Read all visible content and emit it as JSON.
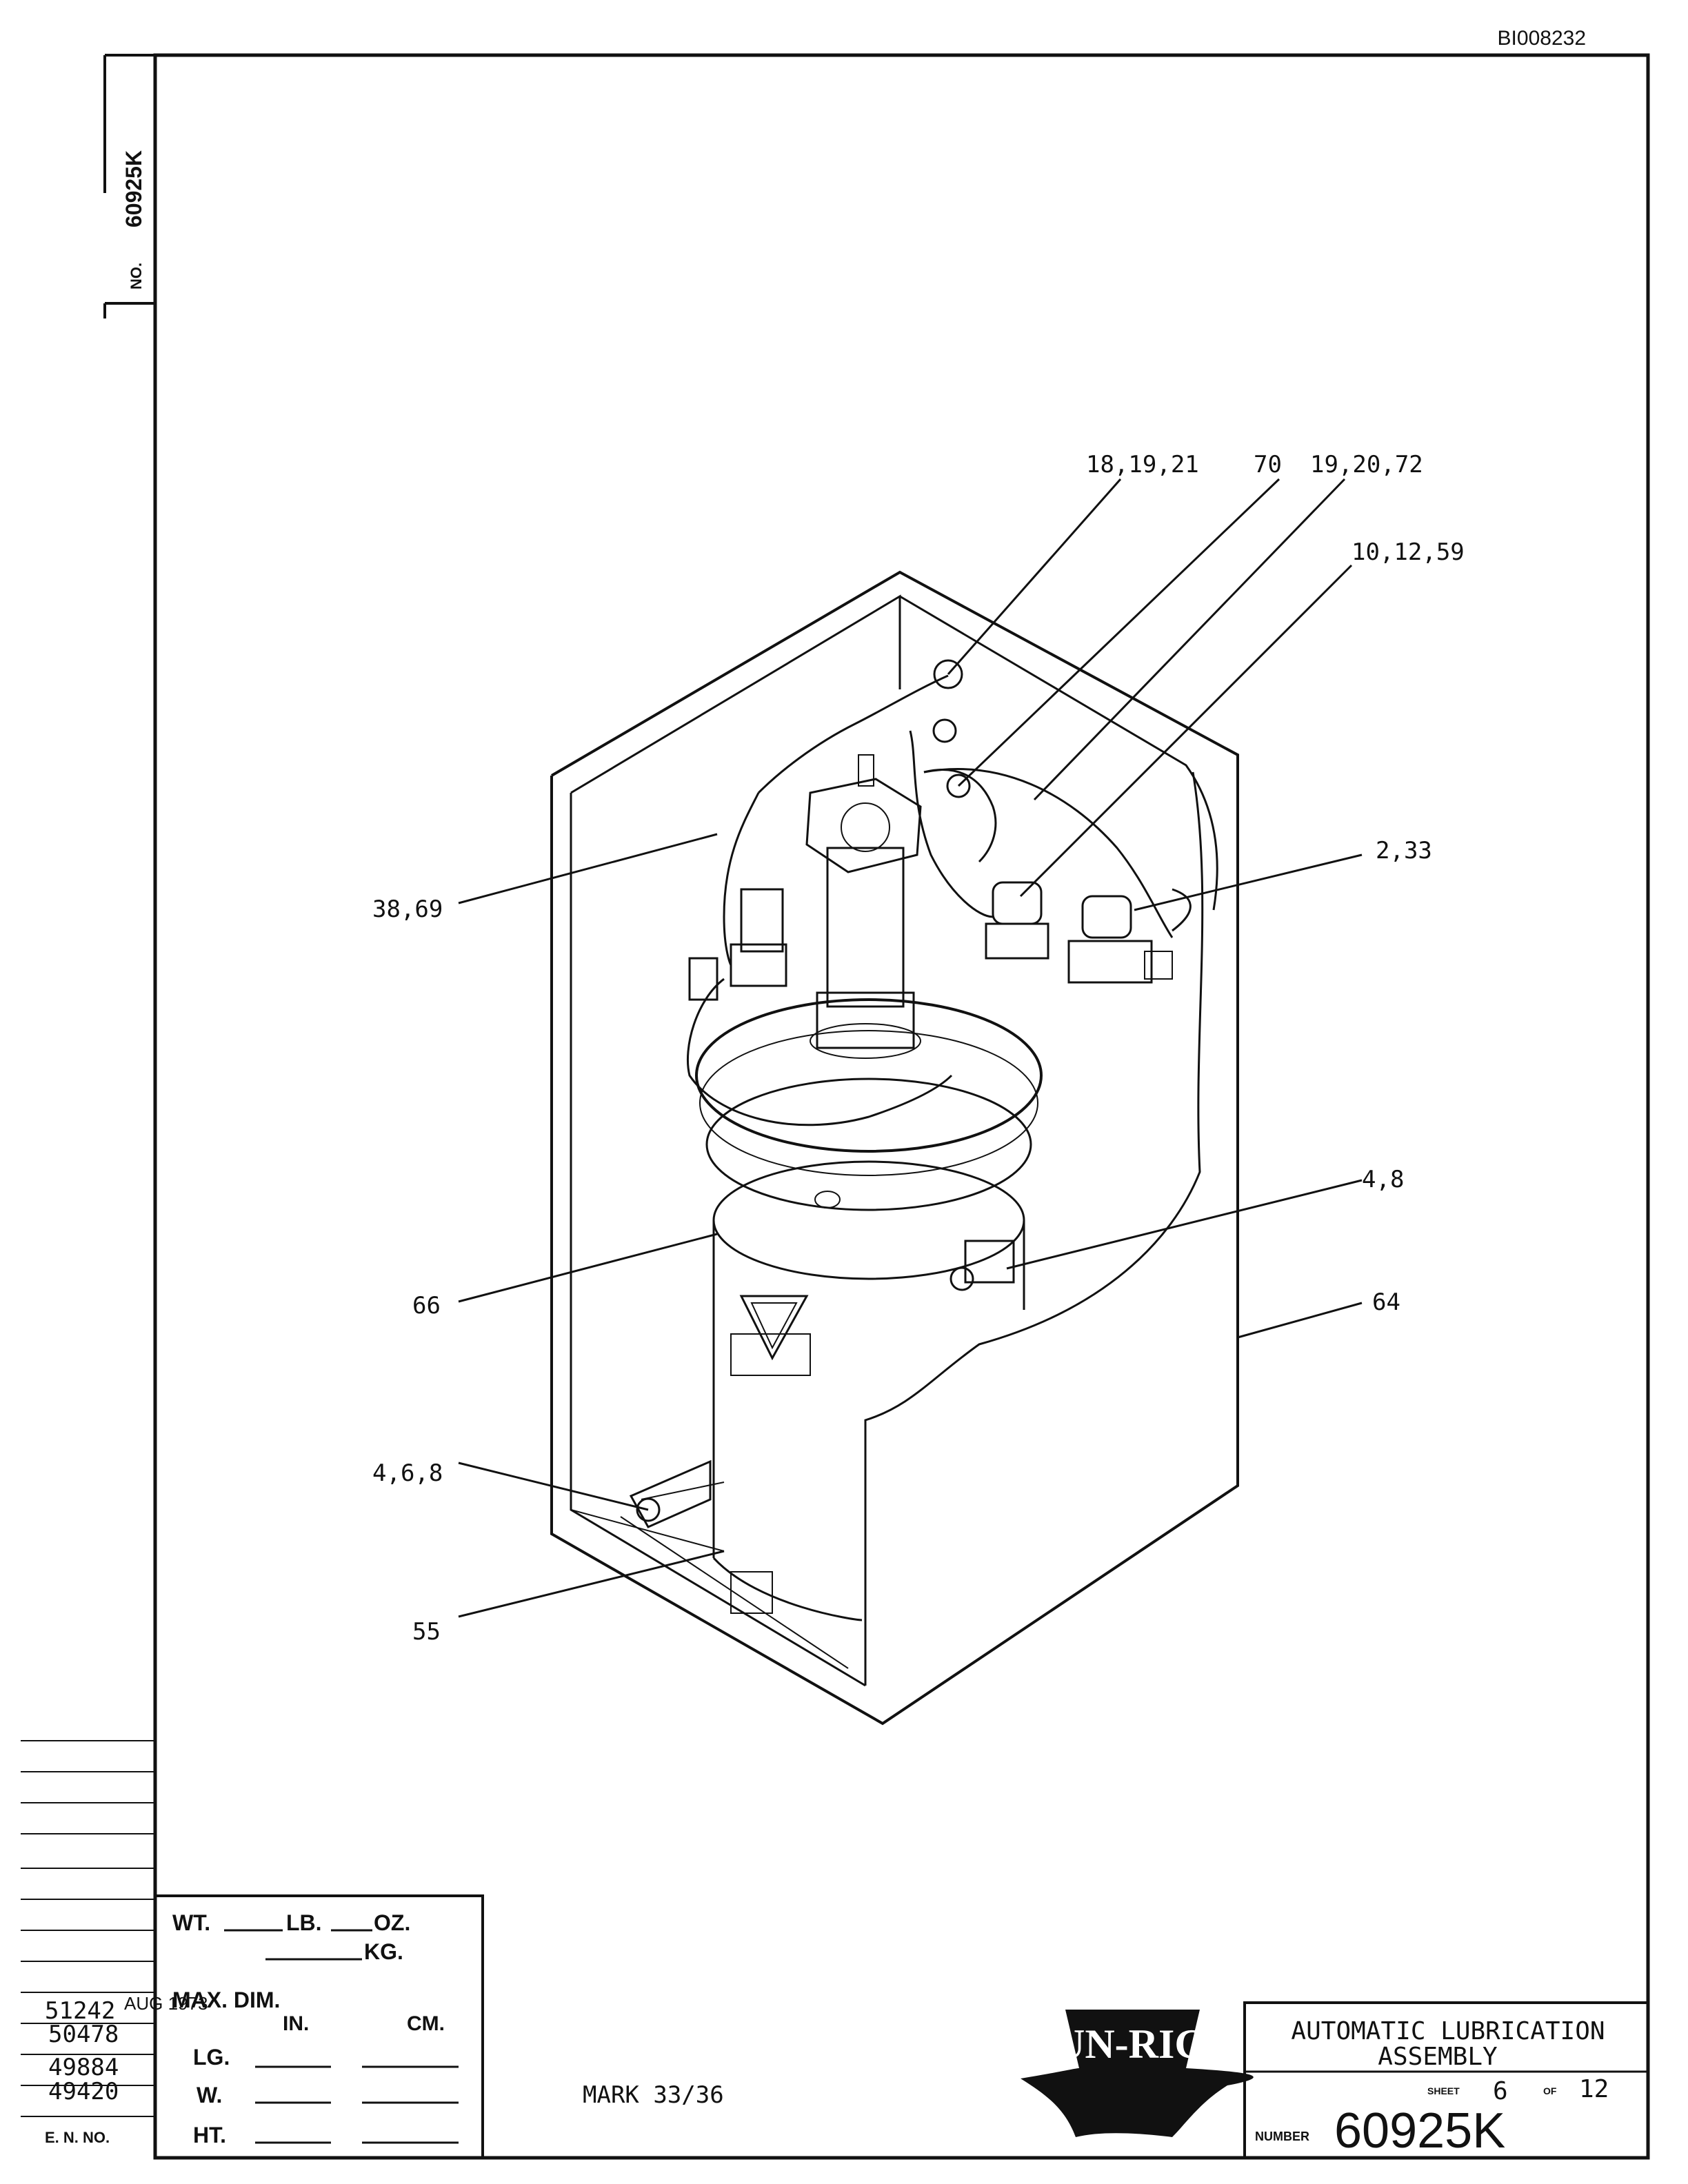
{
  "doc_id": "BI008232",
  "side_tab": {
    "label": "NO.",
    "number": "60925K"
  },
  "callouts": [
    "18,19,21",
    "70",
    "19,20,72",
    "10,12,59",
    "2,33",
    "38,69",
    "4,8",
    "66",
    "64",
    "4,6,8",
    "55"
  ],
  "weights": {
    "wt": "WT.",
    "lb": "LB.",
    "oz": "OZ.",
    "kg": "KG.",
    "max_dim": "MAX. DIM.",
    "in": "IN.",
    "cm": "CM.",
    "lg": "LG.",
    "w": "W.",
    "ht": "HT."
  },
  "en_numbers": [
    "51242",
    "50478",
    "49884",
    "49420"
  ],
  "en_stamp": "AUG 1973",
  "en_label": "E. N. NO.",
  "mark": "MARK 33/36",
  "logo_text": "UN-RIG",
  "title_block": {
    "title_line1": "AUTOMATIC LUBRICATION",
    "title_line2": "ASSEMBLY",
    "sheet_label": "SHEET",
    "sheet": "6",
    "of_label": "OF",
    "total": "12",
    "number_label": "NUMBER",
    "number": "60925K"
  }
}
